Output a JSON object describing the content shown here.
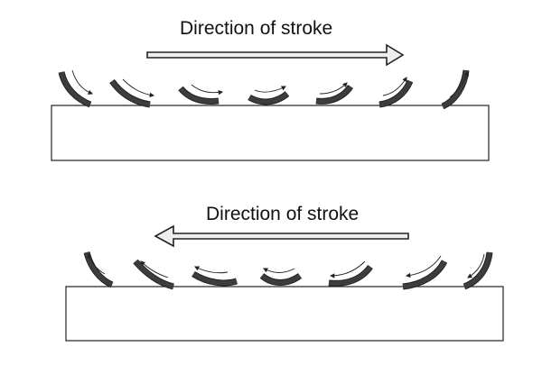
{
  "panels": [
    {
      "label": "Direction of stroke",
      "arrow_direction": "right"
    },
    {
      "label": "Direction of stroke",
      "arrow_direction": "left"
    }
  ],
  "colors": {
    "outline": "#222222",
    "bristle_fill": "#3d3d3d",
    "block_fill": "#ffffff",
    "stroke_arrow_fill": "#eeeeee"
  }
}
